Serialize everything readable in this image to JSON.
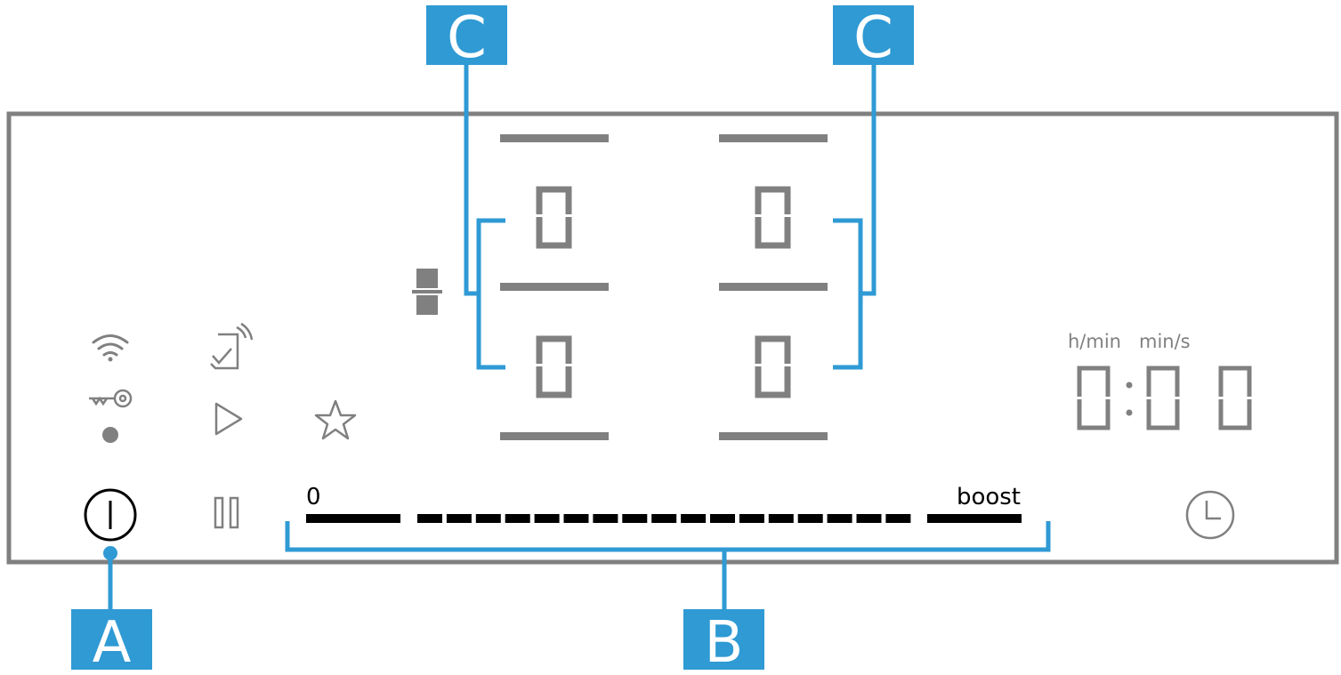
{
  "callouts": {
    "a": "A",
    "b": "B",
    "c_left": "C",
    "c_right": "C"
  },
  "zone_displays": [
    "0",
    "0",
    "0",
    "0"
  ],
  "power_slider": {
    "min_label": "0",
    "max_label": "boost"
  },
  "timer": {
    "unit_left": "h/min",
    "unit_right": "min/s",
    "digits": [
      "0",
      "0",
      "0"
    ]
  },
  "icons": {
    "wifi": "wifi-icon",
    "key": "childlock-key-icon",
    "indicator": "indicator-dot",
    "remote": "remote-start-icon",
    "play": "play-icon",
    "favourite": "star-icon",
    "power": "power-button-icon",
    "pause": "pause-icon",
    "zone_link": "zone-combine-icon",
    "clock": "clock-icon"
  },
  "colors": {
    "callout": "#2f9ad4",
    "panel_border": "#808080",
    "segment_grey": "#808080",
    "slider": "#000000"
  }
}
